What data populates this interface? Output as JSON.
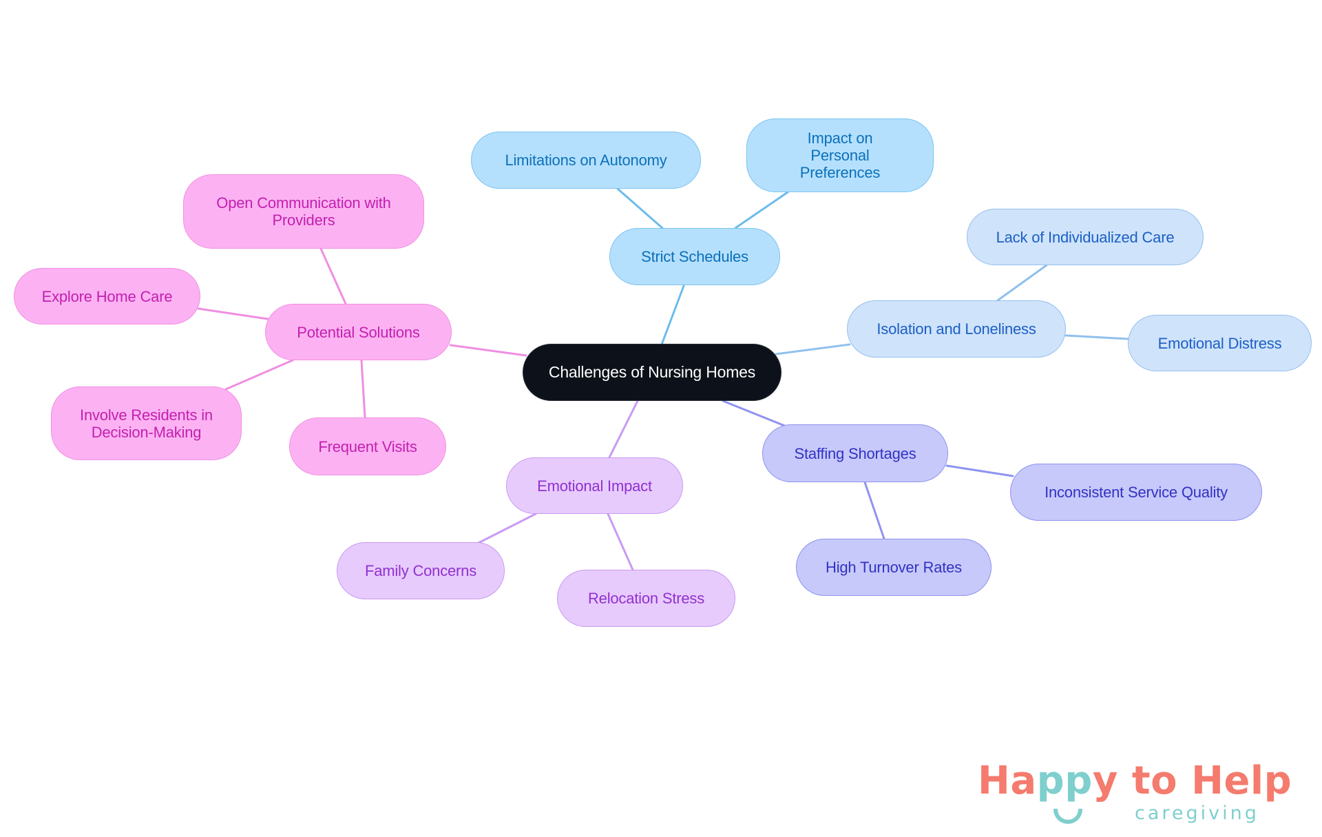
{
  "diagram": {
    "title": "Challenges of Nursing Homes",
    "root": {
      "id": "root",
      "label": "Challenges of Nursing Homes"
    },
    "branches": [
      {
        "id": "strict-schedules",
        "label": "Strict Schedules",
        "color": "#6cbcec",
        "children": [
          {
            "id": "limitations-on-autonomy",
            "label": "Limitations on Autonomy"
          },
          {
            "id": "impact-on-personal-preferences",
            "label": "Impact on Personal Preferences"
          }
        ]
      },
      {
        "id": "isolation-and-loneliness",
        "label": "Isolation and Loneliness",
        "color": "#90c0ee",
        "children": [
          {
            "id": "lack-of-individualized-care",
            "label": "Lack of Individualized Care"
          },
          {
            "id": "emotional-distress",
            "label": "Emotional Distress"
          }
        ]
      },
      {
        "id": "staffing-shortages",
        "label": "Staffing Shortages",
        "color": "#8f93ef",
        "children": [
          {
            "id": "inconsistent-service-quality",
            "label": "Inconsistent Service Quality"
          },
          {
            "id": "high-turnover-rates",
            "label": "High Turnover Rates"
          }
        ]
      },
      {
        "id": "emotional-impact",
        "label": "Emotional Impact",
        "color": "#c99af2",
        "children": [
          {
            "id": "family-concerns",
            "label": "Family Concerns"
          },
          {
            "id": "relocation-stress",
            "label": "Relocation Stress"
          }
        ]
      },
      {
        "id": "potential-solutions",
        "label": "Potential Solutions",
        "color": "#ef8ee2",
        "children": [
          {
            "id": "open-communication-with-providers",
            "label": "Open Communication with Providers"
          },
          {
            "id": "explore-home-care",
            "label": "Explore Home Care"
          },
          {
            "id": "involve-residents-in-decision-making",
            "label": "Involve Residents in Decision-Making"
          },
          {
            "id": "frequent-visits",
            "label": "Frequent Visits"
          }
        ]
      }
    ]
  },
  "colors": {
    "root_fill": "#0d121a",
    "sky": "#b5e0fd",
    "blue": "#cfe3fa",
    "indigo": "#c7c9fb",
    "purple": "#e7cbfd",
    "pink": "#fcb2f2"
  },
  "logo": {
    "part1": "Ha",
    "part2": "pp",
    "part3": "y to Help",
    "tagline": "caregiving",
    "primary_color": "#f47b6d",
    "accent_color": "#7ecfcd"
  }
}
